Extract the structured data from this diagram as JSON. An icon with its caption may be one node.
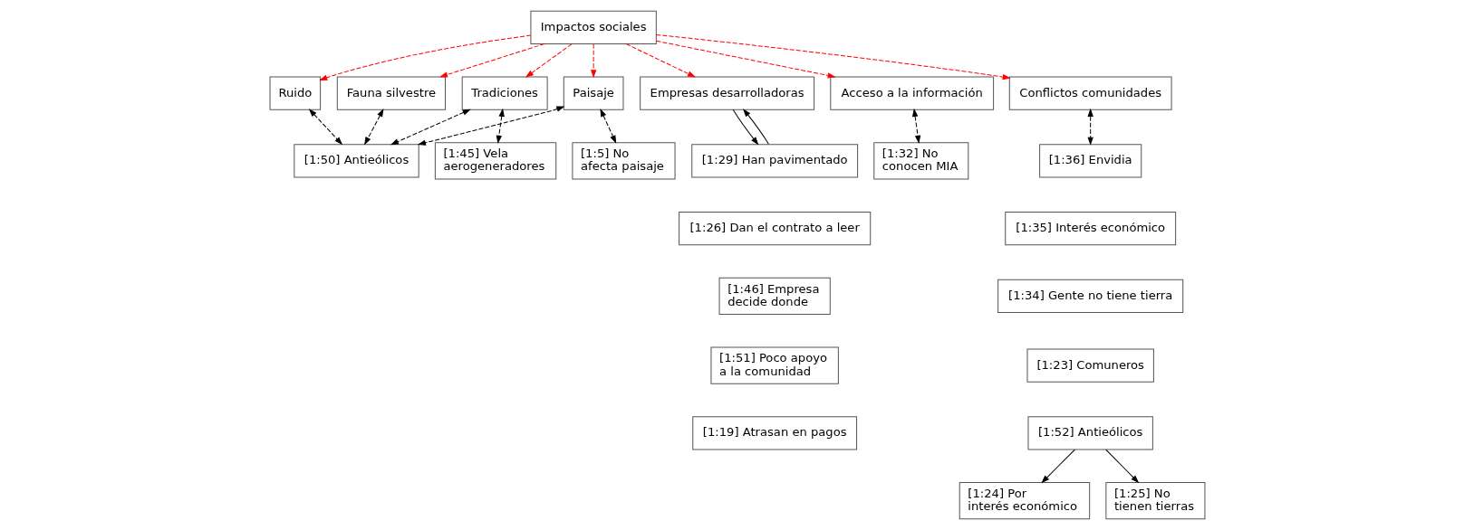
{
  "diagram": {
    "nodes": [
      {
        "text": [
          "Impactos sociales"
        ]
      },
      {
        "text": [
          "Fauna silvestre"
        ]
      },
      {
        "text": [
          "Ruido"
        ]
      },
      {
        "text": [
          "Tradiciones"
        ]
      },
      {
        "text": [
          "Paisaje"
        ]
      },
      {
        "text": [
          "Empresas desarrolladoras"
        ]
      },
      {
        "text": [
          "Acceso a la información"
        ]
      },
      {
        "text": [
          "Conflictos comunidades"
        ]
      },
      {
        "text": [
          "[1:50] Antieólicos"
        ]
      },
      {
        "text": [
          "[1:45] Vela aerogeneradores"
        ]
      },
      {
        "text": [
          "[1:5] No afecta paisaje"
        ]
      },
      {
        "text": [
          "[1:29] Han pavimentado"
        ]
      },
      {
        "text": [
          "[1:26] Dan el contrato a leer"
        ]
      },
      {
        "text": [
          "[1:46] Empresa decide donde"
        ]
      },
      {
        "text": [
          "[1:51] Poco apoyo a la comunidad"
        ]
      },
      {
        "text": [
          "[1:19] Atrasan en pagos"
        ]
      },
      {
        "text": [
          "[1:32] No conocen MIA"
        ]
      },
      {
        "text": [
          "[1:36] Envidia"
        ]
      },
      {
        "text": [
          "[1:35] Interés económico"
        ]
      },
      {
        "text": [
          "[1:34] Gente no tiene tierra"
        ]
      },
      {
        "text": [
          "[1:23] Comuneros"
        ]
      },
      {
        "text": [
          "[1:52] Antieólicos"
        ]
      },
      {
        "text": [
          "[1:24] Por interés económico"
        ]
      },
      {
        "text": [
          "[1:25] No tienen tierras"
        ]
      }
    ],
    "edges": [
      {
        "from": 0,
        "to": 1,
        "arrow": "to",
        "style": "dashed",
        "color": "#ff0000"
      },
      {
        "from": 0,
        "to": 2,
        "arrow": "to",
        "style": "dashed",
        "color": "#ff0000"
      },
      {
        "from": 0,
        "to": 3,
        "arrow": "to",
        "style": "dashed",
        "color": "#ff0000"
      },
      {
        "from": 0,
        "to": 4,
        "arrow": "to",
        "style": "dashed",
        "color": "#ff0000"
      },
      {
        "from": 0,
        "to": 5,
        "arrow": "to",
        "style": "dashed",
        "color": "#ff0000"
      },
      {
        "from": 0,
        "to": 6,
        "arrow": "to",
        "style": "dashed",
        "color": "#ff0000"
      },
      {
        "from": 0,
        "to": 7,
        "arrow": "to",
        "style": "dashed",
        "color": "#ff0000"
      },
      {
        "from": 1,
        "to": 8,
        "arrow": "both",
        "style": "dashed"
      },
      {
        "from": 2,
        "to": 8,
        "arrow": "both",
        "style": "dashed"
      },
      {
        "from": 3,
        "to": 8,
        "arrow": "both",
        "style": "dashed"
      },
      {
        "from": 4,
        "to": 8,
        "arrow": "both",
        "style": "dashed"
      },
      {
        "from": 3,
        "to": 9,
        "arrow": "both",
        "style": "dashed"
      },
      {
        "from": 4,
        "to": 10,
        "arrow": "both",
        "style": "dashed"
      },
      {
        "from": 11,
        "to": 5,
        "arrow": "to"
      },
      {
        "from": 5,
        "to": 11,
        "arrow": "to"
      },
      {
        "from": 6,
        "to": 16,
        "arrow": "both",
        "style": "dashed"
      },
      {
        "from": 7,
        "to": 17,
        "arrow": "both",
        "style": "dashed"
      },
      {
        "from": 21,
        "to": 22,
        "arrow": "to"
      },
      {
        "from": 21,
        "to": 23,
        "arrow": "to"
      }
    ]
  }
}
